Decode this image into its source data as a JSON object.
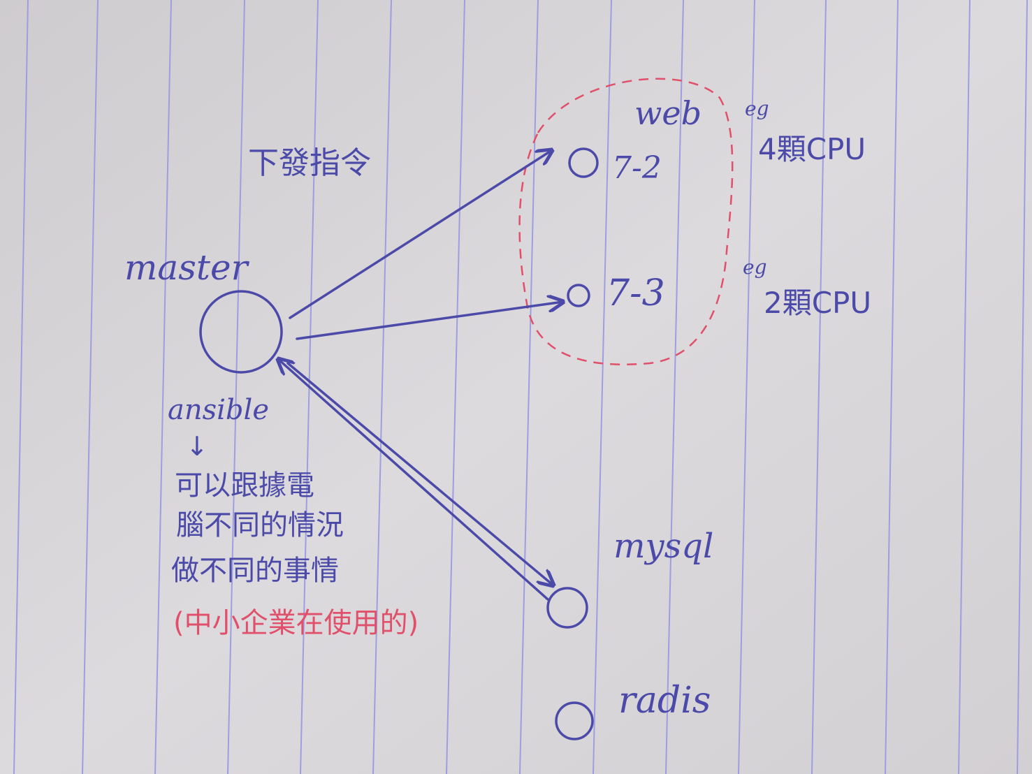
{
  "labels": {
    "command": "下發指令",
    "master": "master",
    "ansible": "ansible",
    "ansible_arrow": "↓",
    "desc_line1": "可以跟據電",
    "desc_line2": "腦不同的情況",
    "desc_line3": "做不同的事情",
    "desc_line4": "(中小企業在使用的)",
    "web": "web",
    "node_2": "7-2",
    "node_3": "7-3",
    "eg1": "eg",
    "eg1_detail": "4顆CPU",
    "eg2": "eg",
    "eg2_detail": "2顆CPU",
    "mysql": "mysql",
    "radis": "radis"
  },
  "colors": {
    "ink": "#4b4aa8",
    "red_pen": "#e0506a",
    "paper": "#d9d6d9",
    "rule_line": "#9d9ee0"
  }
}
